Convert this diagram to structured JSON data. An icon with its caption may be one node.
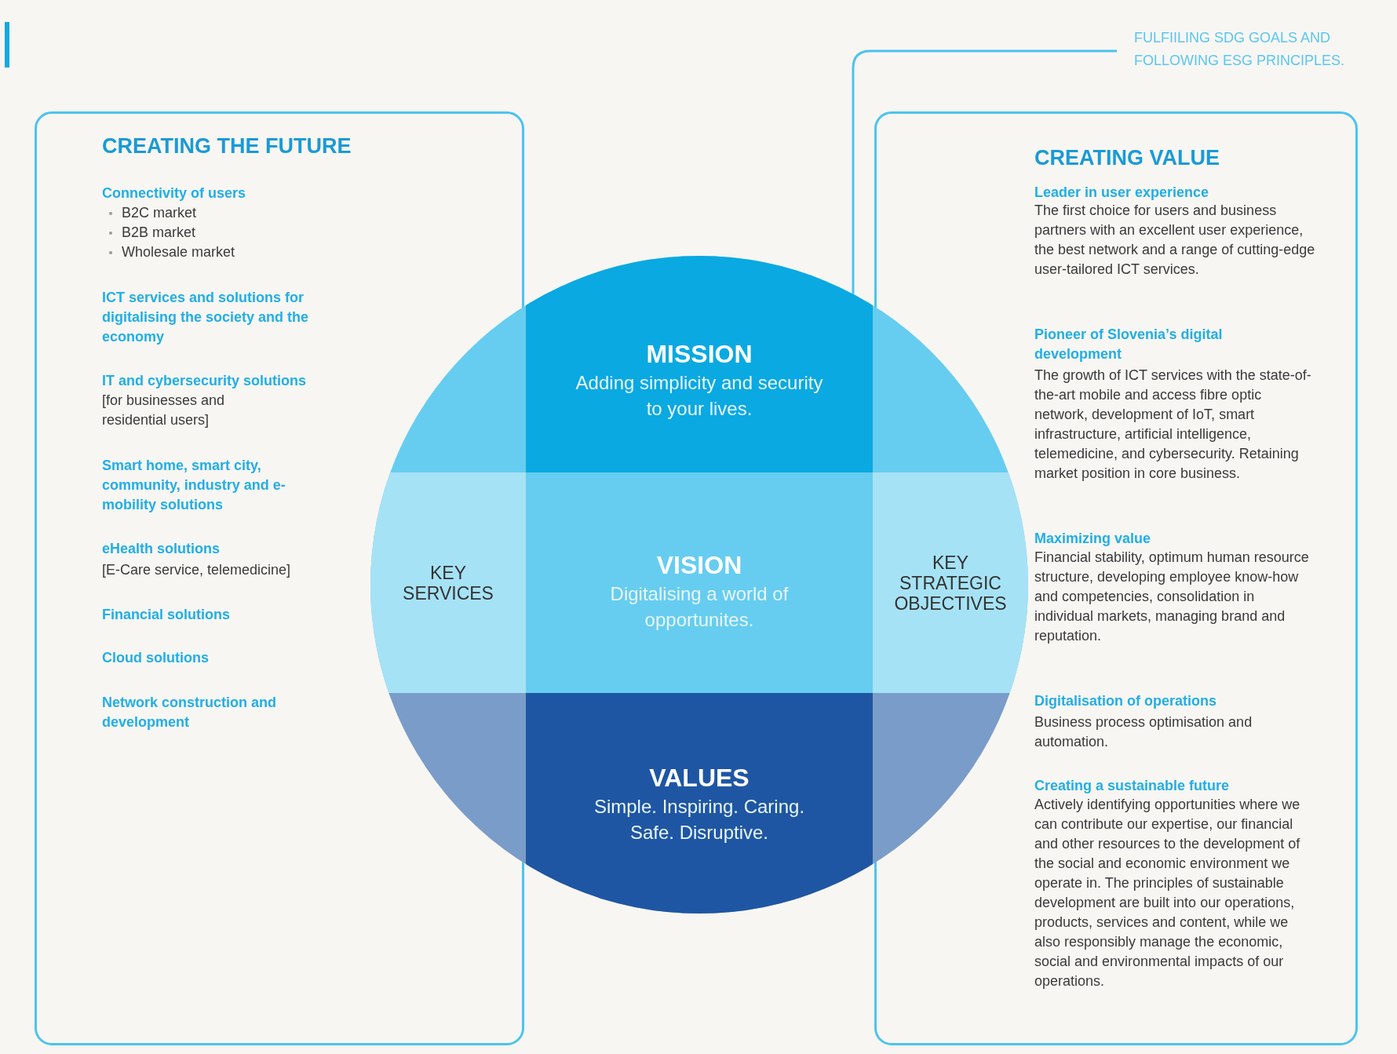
{
  "diagram": {
    "nodes": [
      {
        "text": [
          "CREATING THE FUTURE",
          "Connectivity of users",
          "B2C market",
          "B2B market",
          "Wholesale market",
          "ICT services and solutions for digitalising the society and the economy",
          "IT and cybersecurity solutions",
          "[for businesses and residential users]",
          "Smart home, smart city, community, industry and e-mobility solutions",
          "eHealth solutions",
          "[E-Care service, telemedicine]",
          "Financial solutions",
          "Cloud solutions",
          "Network construction and development"
        ]
      },
      {
        "text": [],
        "shape": "circle"
      },
      {
        "text": [
          "MISSION",
          "Adding simplicity and security to your lives."
        ],
        "in": 1
      },
      {
        "text": [
          "KEY SERVICES"
        ]
      },
      {
        "text": [
          "VISION",
          "Digitalising a world of opportunites."
        ],
        "in": 1
      },
      {
        "text": [
          "KEY STRATEGIC OBJECTIVES"
        ]
      },
      {
        "text": [
          "VALUES",
          "Simple. Inspiring. Caring. Safe. Disruptive."
        ],
        "in": 1
      },
      {
        "text": [
          "CREATING VALUE",
          "Leader in user experience",
          "The first choice for users and business partners with an excellent user experience, the best network and a range of cutting-edge user-tailored ICT services.",
          "Pioneer of Slovenia’s digital development",
          "The growth of ICT services with the state-of-the-art mobile and access fibre optic network, development of IoT, smart infrastructure, artificial intelligence, telemedicine, and cybersecurity. Retaining market position in core business.",
          "Maximizing value",
          "Financial stability, optimum human resource structure, developing employee know-how and competencies, consolidation in individual markets, managing brand and reputation.",
          "Digitalisation of operations",
          "Business process optimisation and automation.",
          "Creating a sustainable future",
          "Actively identifying opportunities where we can contribute our expertise, our financial and other resources to the development of the social and economic environment we operate in. The principles of sustainable development are built into our operations, products, services and content, while we also responsibly manage the economic, social and environmental impacts of our operations."
        ]
      },
      {
        "text": [
          "FULFIILING SDG GOALS AND FOLLOWING ESG PRINCIPLES."
        ]
      }
    ],
    "edges": [
      {
        "from": 8,
        "to": 1,
        "arrow": "none"
      }
    ]
  }
}
